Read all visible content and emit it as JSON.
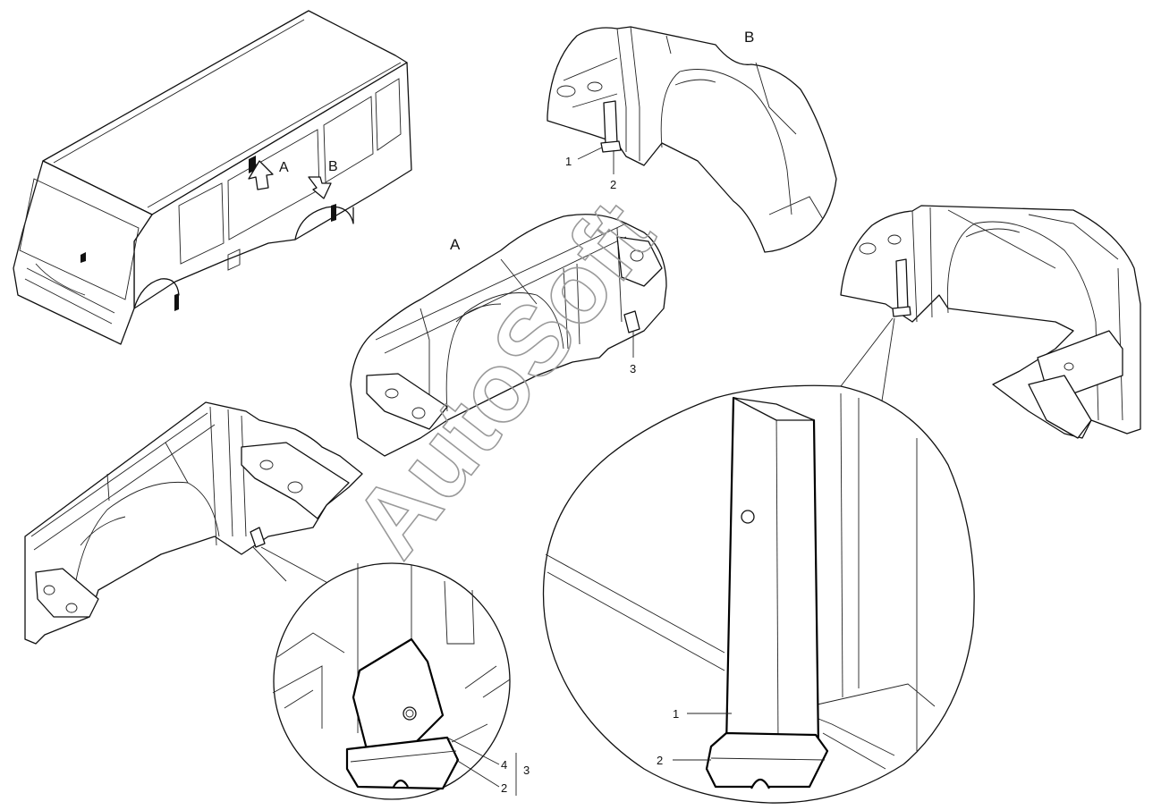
{
  "views": {
    "A": "A",
    "B": "B"
  },
  "callouts": {
    "b_view_1": "1",
    "b_view_2": "2",
    "a_view_3": "3",
    "detail_large_1": "1",
    "detail_large_2": "2",
    "detail_small_4": "4",
    "detail_small_2": "2",
    "detail_small_3": "3"
  },
  "watermark": "AutoSoft"
}
